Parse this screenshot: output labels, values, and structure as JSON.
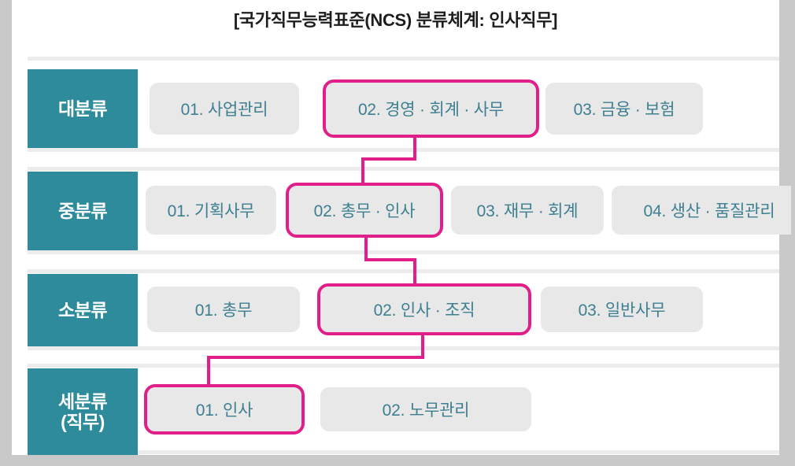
{
  "page": {
    "title": "[국가직무능력표준(NCS) 분류체계: 인사직무]",
    "accent_highlight": "#e01f8b",
    "accent_label": "#2d8b9c",
    "chip_bg": "#e8e8e8",
    "chip_text": "#3d7f90",
    "canvas_bg": "#c9c9c9",
    "card_bg": "#ffffff"
  },
  "levels": [
    {
      "id": "level-1",
      "label": "대분류",
      "label_lines": [
        "대분류"
      ],
      "items": [
        {
          "code": "01.",
          "name": "사업관리",
          "text": "01. 사업관리",
          "highlighted": false
        },
        {
          "code": "02.",
          "name": "경영 · 회계 · 사무",
          "text": "02. 경영 · 회계 · 사무",
          "highlighted": true
        },
        {
          "code": "03.",
          "name": "금융 · 보험",
          "text": "03. 금융 · 보험",
          "highlighted": false
        }
      ]
    },
    {
      "id": "level-2",
      "label": "중분류",
      "label_lines": [
        "중분류"
      ],
      "items": [
        {
          "code": "01.",
          "name": "기획사무",
          "text": "01. 기획사무",
          "highlighted": false
        },
        {
          "code": "02.",
          "name": "총무 · 인사",
          "text": "02. 총무 · 인사",
          "highlighted": true
        },
        {
          "code": "03.",
          "name": "재무 · 회계",
          "text": "03. 재무 · 회계",
          "highlighted": false
        },
        {
          "code": "04.",
          "name": "생산 · 품질관리",
          "text": "04. 생산 · 품질관리",
          "highlighted": false
        }
      ]
    },
    {
      "id": "level-3",
      "label": "소분류",
      "label_lines": [
        "소분류"
      ],
      "items": [
        {
          "code": "01.",
          "name": "총무",
          "text": "01. 총무",
          "highlighted": false
        },
        {
          "code": "02.",
          "name": "인사 · 조직",
          "text": "02. 인사 · 조직",
          "highlighted": true
        },
        {
          "code": "03.",
          "name": "일반사무",
          "text": "03. 일반사무",
          "highlighted": false
        }
      ]
    },
    {
      "id": "level-4",
      "label": "세분류(직무)",
      "label_lines": [
        "세분류",
        "(직무)"
      ],
      "items": [
        {
          "code": "01.",
          "name": "인사",
          "text": "01. 인사",
          "highlighted": true
        },
        {
          "code": "02.",
          "name": "노무관리",
          "text": "02. 노무관리",
          "highlighted": false
        }
      ]
    }
  ],
  "selected_path": [
    "02. 경영 · 회계 · 사무",
    "02. 총무 · 인사",
    "02. 인사 · 조직",
    "01. 인사"
  ]
}
